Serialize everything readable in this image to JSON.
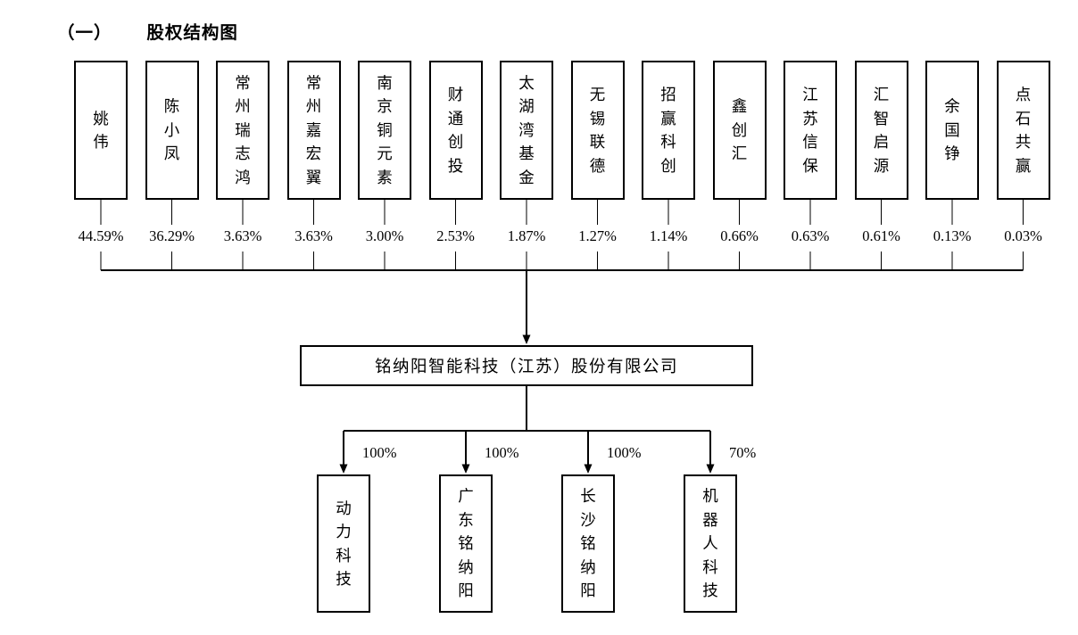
{
  "title": {
    "index": "（一）",
    "text": "股权结构图"
  },
  "company": {
    "name": "铭纳阳智能科技（江苏）股份有限公司"
  },
  "shareholders": [
    {
      "name": "姚伟",
      "percent": "44.59%"
    },
    {
      "name": "陈小凤",
      "percent": "36.29%"
    },
    {
      "name": "常州瑞志鸿",
      "percent": "3.63%"
    },
    {
      "name": "常州嘉宏翼",
      "percent": "3.63%"
    },
    {
      "name": "南京铜元素",
      "percent": "3.00%"
    },
    {
      "name": "财通创投",
      "percent": "2.53%"
    },
    {
      "name": "太湖湾基金",
      "percent": "1.87%"
    },
    {
      "name": "无锡联德",
      "percent": "1.27%"
    },
    {
      "name": "招赢科创",
      "percent": "1.14%"
    },
    {
      "name": "鑫创汇",
      "percent": "0.66%"
    },
    {
      "name": "江苏信保",
      "percent": "0.63%"
    },
    {
      "name": "汇智启源",
      "percent": "0.61%"
    },
    {
      "name": "余国铮",
      "percent": "0.13%"
    },
    {
      "name": "点石共赢",
      "percent": "0.03%"
    }
  ],
  "subsidiaries": [
    {
      "name": "动力科技",
      "percent": "100%"
    },
    {
      "name": "广东铭纳阳",
      "percent": "100%"
    },
    {
      "name": "长沙铭纳阳",
      "percent": "100%"
    },
    {
      "name": "机器人科技",
      "percent": "70%"
    }
  ],
  "colors": {
    "line": "#000000",
    "box_border": "#000000",
    "text": "#000000",
    "background": "#ffffff"
  }
}
